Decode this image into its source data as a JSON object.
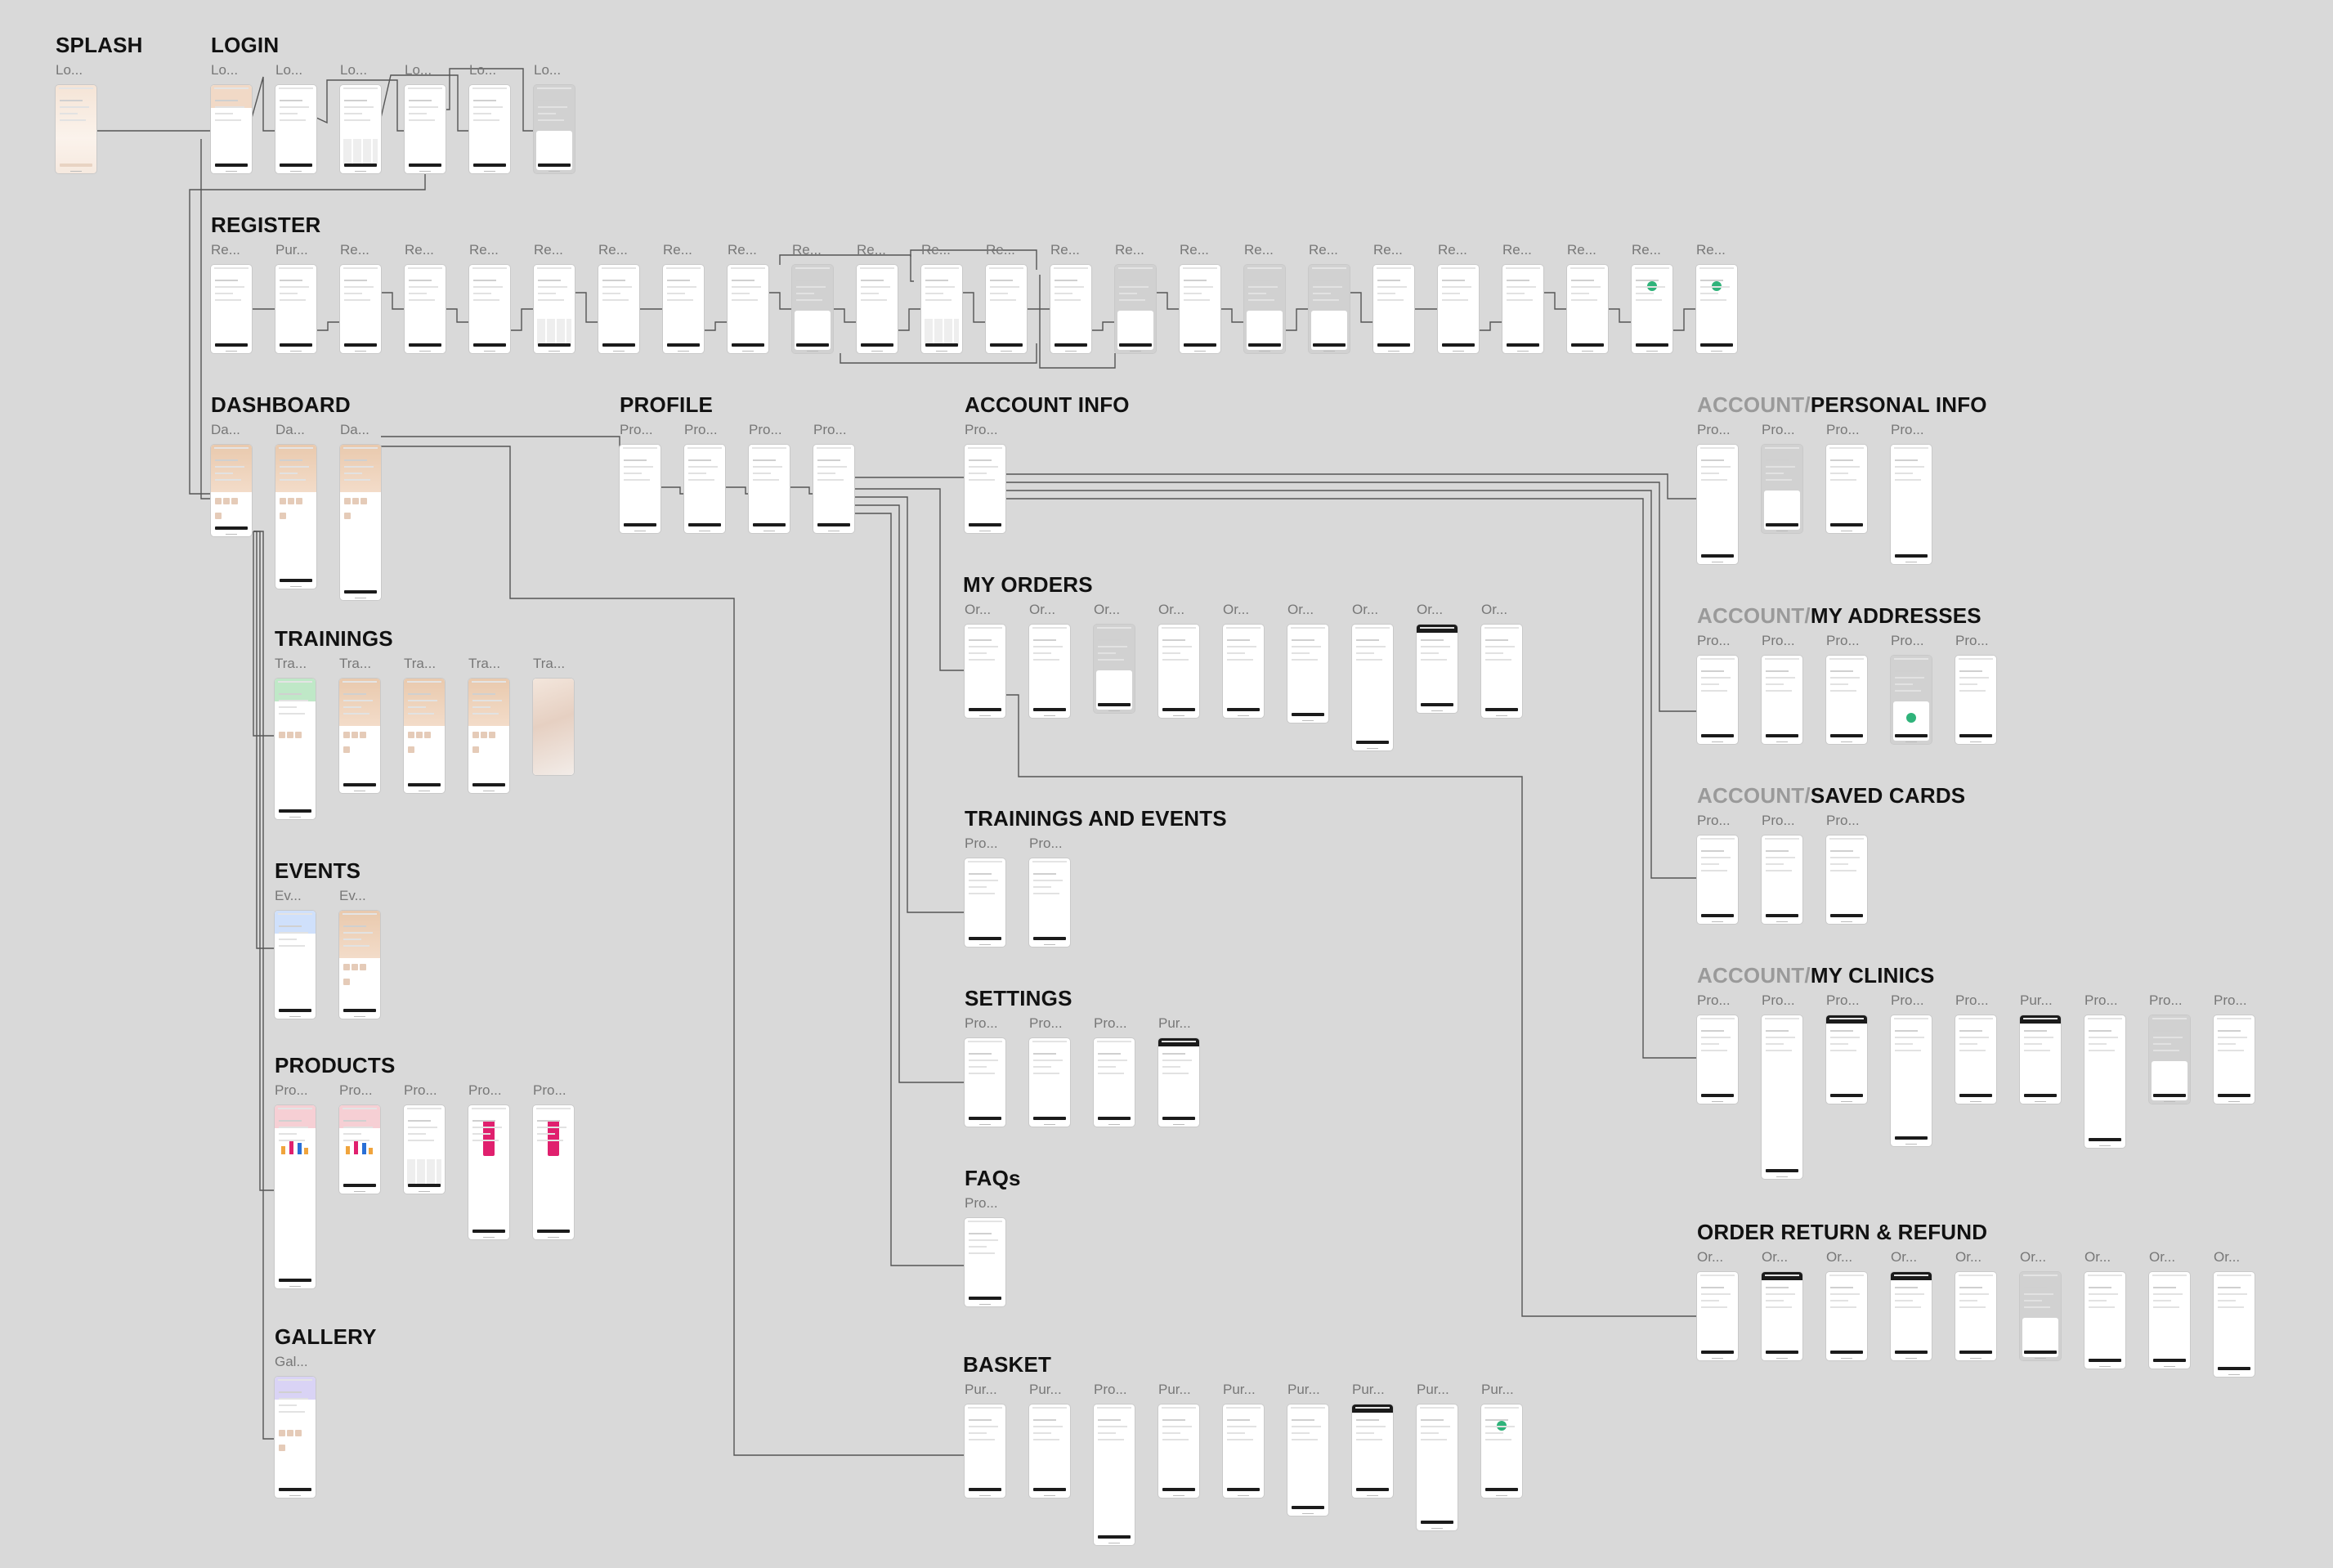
{
  "sections": [
    {
      "key": "splash",
      "prefix": "",
      "title": "SPLASH",
      "frames": [
        {
          "label": "Lo..."
        }
      ]
    },
    {
      "key": "login",
      "prefix": "",
      "title": "LOGIN",
      "frames": [
        {
          "label": "Lo..."
        },
        {
          "label": "Lo..."
        },
        {
          "label": "Lo..."
        },
        {
          "label": "Lo..."
        },
        {
          "label": "Lo..."
        },
        {
          "label": "Lo..."
        }
      ]
    },
    {
      "key": "register",
      "prefix": "",
      "title": "REGISTER",
      "frames": [
        {
          "label": "Re..."
        },
        {
          "label": "Pur..."
        },
        {
          "label": "Re..."
        },
        {
          "label": "Re..."
        },
        {
          "label": "Re..."
        },
        {
          "label": "Re..."
        },
        {
          "label": "Re..."
        },
        {
          "label": "Re..."
        },
        {
          "label": "Re..."
        },
        {
          "label": "Re..."
        },
        {
          "label": "Re..."
        },
        {
          "label": "Re..."
        },
        {
          "label": "Re..."
        },
        {
          "label": "Re..."
        },
        {
          "label": "Re..."
        },
        {
          "label": "Re..."
        },
        {
          "label": "Re..."
        },
        {
          "label": "Re..."
        },
        {
          "label": "Re..."
        },
        {
          "label": "Re..."
        },
        {
          "label": "Re..."
        },
        {
          "label": "Re..."
        },
        {
          "label": "Re..."
        },
        {
          "label": "Re..."
        }
      ]
    },
    {
      "key": "dashboard",
      "prefix": "",
      "title": "DASHBOARD",
      "frames": [
        {
          "label": "Da..."
        },
        {
          "label": "Da..."
        },
        {
          "label": "Da..."
        }
      ]
    },
    {
      "key": "profile",
      "prefix": "",
      "title": "PROFILE",
      "frames": [
        {
          "label": "Pro..."
        },
        {
          "label": "Pro..."
        },
        {
          "label": "Pro..."
        },
        {
          "label": "Pro..."
        }
      ]
    },
    {
      "key": "account_info",
      "prefix": "",
      "title": "ACCOUNT INFO",
      "frames": [
        {
          "label": "Pro..."
        }
      ]
    },
    {
      "key": "personal_info",
      "prefix": "ACCOUNT/",
      "title": "PERSONAL INFO",
      "frames": [
        {
          "label": "Pro..."
        },
        {
          "label": "Pro..."
        },
        {
          "label": "Pro..."
        },
        {
          "label": "Pro..."
        }
      ]
    },
    {
      "key": "my_orders",
      "prefix": "",
      "title": "MY ORDERS",
      "frames": [
        {
          "label": "Or..."
        },
        {
          "label": "Or..."
        },
        {
          "label": "Or..."
        },
        {
          "label": "Or..."
        },
        {
          "label": "Or..."
        },
        {
          "label": "Or..."
        },
        {
          "label": "Or..."
        },
        {
          "label": "Or..."
        },
        {
          "label": "Or..."
        }
      ]
    },
    {
      "key": "my_addresses",
      "prefix": "ACCOUNT/",
      "title": "MY ADDRESSES",
      "frames": [
        {
          "label": "Pro..."
        },
        {
          "label": "Pro..."
        },
        {
          "label": "Pro..."
        },
        {
          "label": "Pro..."
        },
        {
          "label": "Pro..."
        }
      ]
    },
    {
      "key": "trainings",
      "prefix": "",
      "title": "TRAININGS",
      "frames": [
        {
          "label": "Tra..."
        },
        {
          "label": "Tra..."
        },
        {
          "label": "Tra..."
        },
        {
          "label": "Tra..."
        },
        {
          "label": "Tra..."
        }
      ]
    },
    {
      "key": "saved_cards",
      "prefix": "ACCOUNT/",
      "title": "SAVED CARDS",
      "frames": [
        {
          "label": "Pro..."
        },
        {
          "label": "Pro..."
        },
        {
          "label": "Pro..."
        }
      ]
    },
    {
      "key": "trainings_events",
      "prefix": "",
      "title": "TRAININGS AND EVENTS",
      "frames": [
        {
          "label": "Pro..."
        },
        {
          "label": "Pro..."
        }
      ]
    },
    {
      "key": "events",
      "prefix": "",
      "title": "EVENTS",
      "frames": [
        {
          "label": "Ev..."
        },
        {
          "label": "Ev..."
        }
      ]
    },
    {
      "key": "my_clinics",
      "prefix": "ACCOUNT/",
      "title": "MY CLINICS",
      "frames": [
        {
          "label": "Pro..."
        },
        {
          "label": "Pro..."
        },
        {
          "label": "Pro..."
        },
        {
          "label": "Pro..."
        },
        {
          "label": "Pro..."
        },
        {
          "label": "Pur..."
        },
        {
          "label": "Pro..."
        },
        {
          "label": "Pro..."
        },
        {
          "label": "Pro..."
        }
      ]
    },
    {
      "key": "settings",
      "prefix": "",
      "title": "SETTINGS",
      "frames": [
        {
          "label": "Pro..."
        },
        {
          "label": "Pro..."
        },
        {
          "label": "Pro..."
        },
        {
          "label": "Pur..."
        }
      ]
    },
    {
      "key": "products",
      "prefix": "",
      "title": "PRODUCTS",
      "frames": [
        {
          "label": "Pro..."
        },
        {
          "label": "Pro..."
        },
        {
          "label": "Pro..."
        },
        {
          "label": "Pro..."
        },
        {
          "label": "Pro..."
        }
      ]
    },
    {
      "key": "faqs",
      "prefix": "",
      "title": "FAQs",
      "frames": [
        {
          "label": "Pro..."
        }
      ]
    },
    {
      "key": "order_return",
      "prefix": "",
      "title": "ORDER RETURN & REFUND",
      "frames": [
        {
          "label": "Or..."
        },
        {
          "label": "Or..."
        },
        {
          "label": "Or..."
        },
        {
          "label": "Or..."
        },
        {
          "label": "Or..."
        },
        {
          "label": "Or..."
        },
        {
          "label": "Or..."
        },
        {
          "label": "Or..."
        },
        {
          "label": "Or..."
        }
      ]
    },
    {
      "key": "gallery",
      "prefix": "",
      "title": "GALLERY",
      "frames": [
        {
          "label": "Gal..."
        }
      ]
    },
    {
      "key": "basket",
      "prefix": "",
      "title": "BASKET",
      "frames": [
        {
          "label": "Pur..."
        },
        {
          "label": "Pur..."
        },
        {
          "label": "Pro..."
        },
        {
          "label": "Pur..."
        },
        {
          "label": "Pur..."
        },
        {
          "label": "Pur..."
        },
        {
          "label": "Pur..."
        },
        {
          "label": "Pur..."
        },
        {
          "label": "Pur..."
        }
      ]
    }
  ],
  "colors": {
    "canvas": "#d9d9d9",
    "title": "#111111",
    "title_prefix": "#9a9a9a",
    "frame_label": "#777777",
    "connector": "#555555",
    "cta": "#1b1b1b",
    "accent_peach": "#f1d9c6",
    "accent_green": "#bfe8c7",
    "accent_blue": "#cfe0fb",
    "accent_pink": "#f6cfd4",
    "accent_lavender": "#d9d3f5",
    "product_magenta": "#e0206e"
  }
}
